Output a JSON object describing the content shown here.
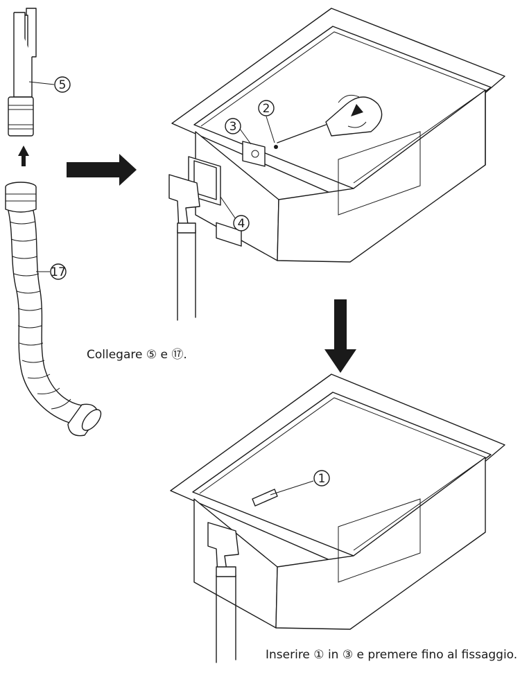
{
  "callouts": {
    "n1": "1",
    "n2": "2",
    "n3": "3",
    "n4": "4",
    "n5": "5",
    "n17": "17"
  },
  "captions": {
    "connect": "Collegare ⑤ e ⑰.",
    "insert": "Inserire ① in ③ e premere fino al fissaggio."
  },
  "colors": {
    "line": "#1a1a1a",
    "background": "#ffffff"
  }
}
